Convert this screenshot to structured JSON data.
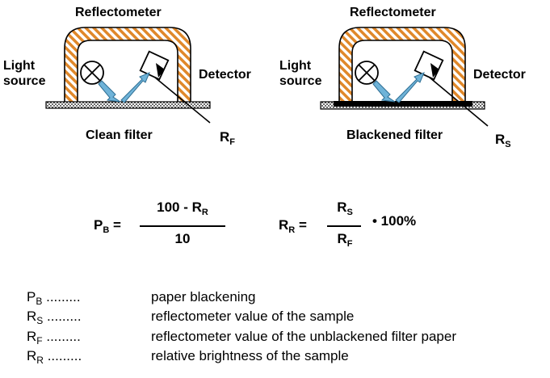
{
  "diagrams": [
    {
      "title": "Reflectometer",
      "source_label": [
        "Light",
        "source"
      ],
      "detector_label": "Detector",
      "filter_label": "Clean filter",
      "ref_symbol": "R",
      "ref_sub": "F",
      "filter_type": "clean"
    },
    {
      "title": "Reflectometer",
      "source_label": [
        "Light",
        "source"
      ],
      "detector_label": "Detector",
      "filter_label": "Blackened filter",
      "ref_symbol": "R",
      "ref_sub": "S",
      "filter_type": "blackened"
    }
  ],
  "formula1": {
    "lhs": "P",
    "lhs_sub": "B",
    "eq": "=",
    "num": "100 - R",
    "num_sub": "R",
    "den": "10"
  },
  "formula2": {
    "lhs": "R",
    "lhs_sub": "R",
    "eq": "=",
    "num": "R",
    "num_sub": "S",
    "den": "R",
    "den_sub": "F",
    "tail": "• 100%"
  },
  "legend": [
    {
      "sym": "P",
      "sub": "B",
      "dots": ".........",
      "desc": "paper blackening"
    },
    {
      "sym": "R",
      "sub": "S",
      "dots": ".........",
      "desc": "reflectometer value of the sample"
    },
    {
      "sym": "R",
      "sub": "F",
      "dots": ".........",
      "desc": "reflectometer value of the unblackened filter paper"
    },
    {
      "sym": "R",
      "sub": "R",
      "dots": ".........",
      "desc": "relative brightness of the sample"
    }
  ],
  "colors": {
    "housing_stripe": "#e0882a",
    "beam": "#6fb3d8",
    "beam_outline": "#2f6f94",
    "filter_dark": "#000000"
  }
}
